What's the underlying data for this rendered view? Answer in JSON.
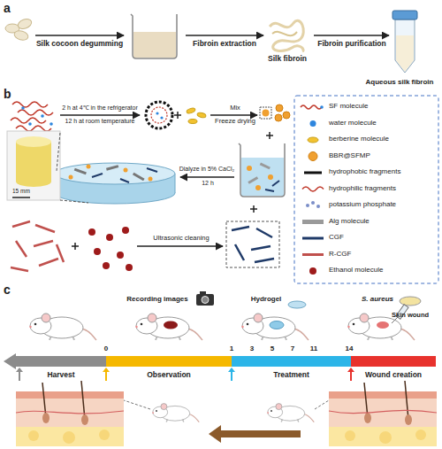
{
  "diagram": {
    "nodes": [
      {
        "text": [
          "Harvest"
        ]
      },
      {
        "text": [
          "Observation"
        ]
      },
      {
        "text": [
          "Treatment"
        ]
      },
      {
        "text": [
          "Wound creation"
        ]
      }
    ],
    "labels": [
      "a",
      "Silk cocoon degumming",
      "Fibroin extraction",
      "Fibroin purification",
      "Silk fibroin",
      "Aqueous silk fibroin",
      "b",
      "2 h at 4℃ in the refrigerator",
      "12 h at room temperature",
      "Mix",
      "Freeze drying",
      "Dialyze in 5% CaCl₂",
      "12 h",
      "15 mm",
      "Ultrasonic cleaning",
      "c",
      "Recording images",
      "Hydrogel",
      "S. aureus",
      "Skin wound",
      "0",
      "1",
      "3",
      "5",
      "7",
      "11",
      "14"
    ],
    "legend": [
      {
        "text": "SF molecule"
      },
      {
        "text": "water molecule"
      },
      {
        "text": "berberine molecule"
      },
      {
        "text": "BBR@SFMP"
      },
      {
        "text": "hydrophobic fragments"
      },
      {
        "text": "hydrophilic fragments"
      },
      {
        "text": "potassium phosphate"
      },
      {
        "text": "Alg molecule"
      },
      {
        "text": "CGF"
      },
      {
        "text": "R-CGF"
      },
      {
        "text": "Ethanol molecule"
      }
    ]
  }
}
